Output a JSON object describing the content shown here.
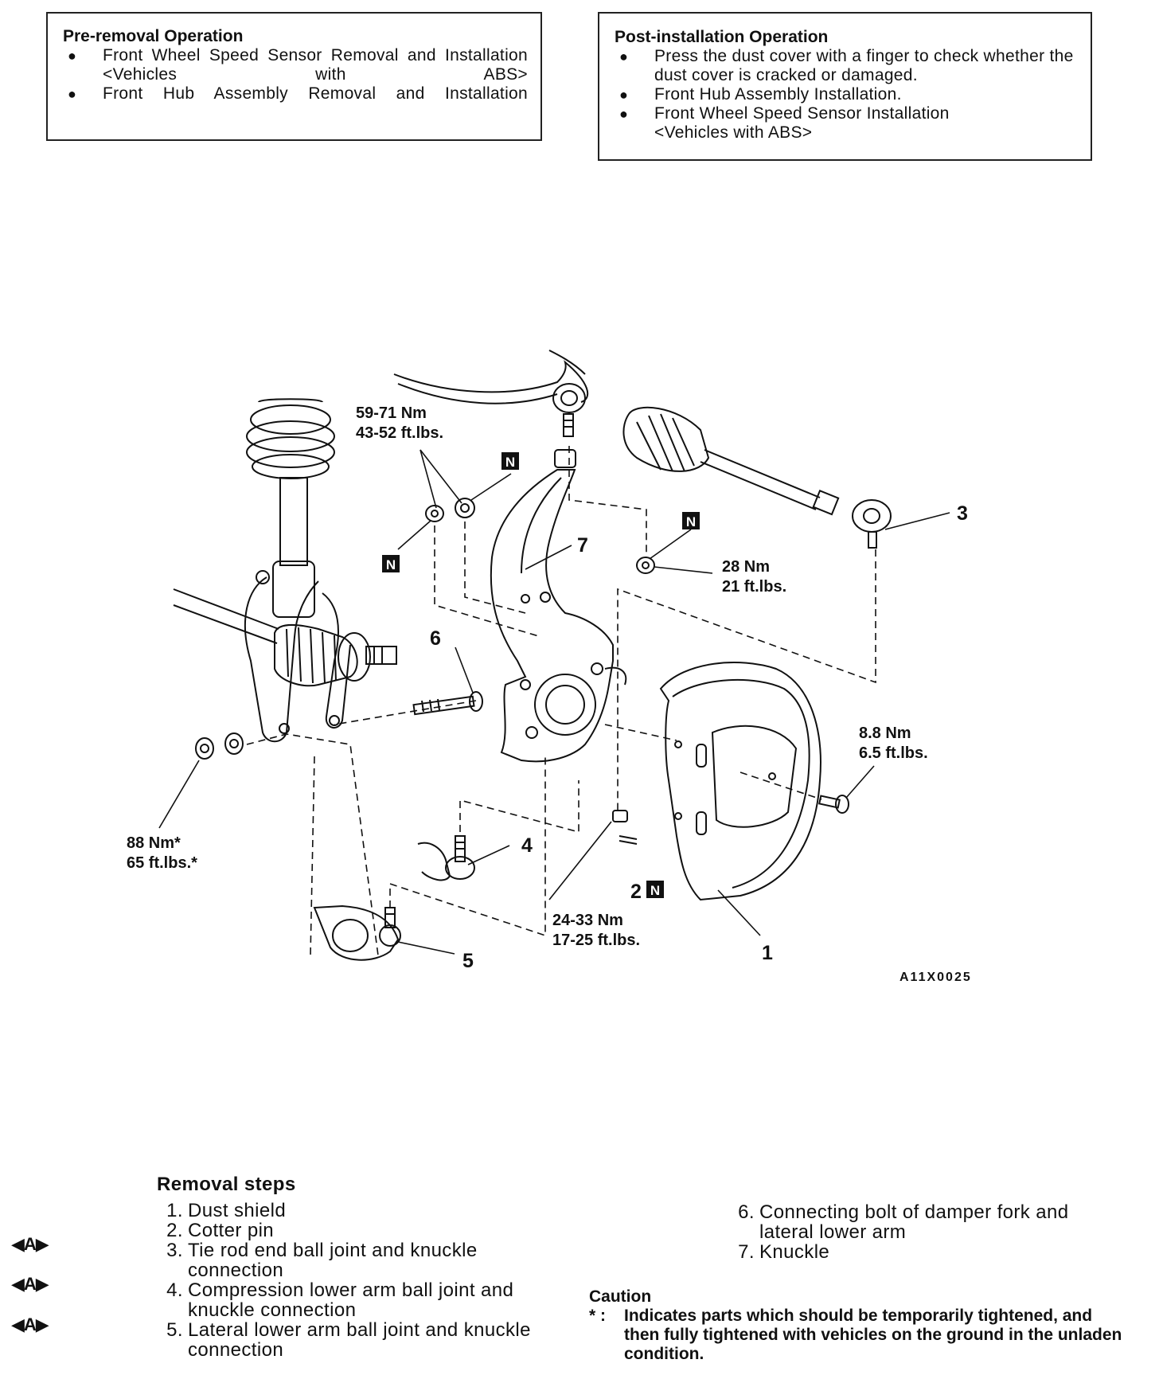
{
  "pre_removal": {
    "title": "Pre-removal Operation",
    "items": [
      "Front Wheel Speed Sensor Removal and Installation <Vehicles with ABS>",
      "Front Hub Assembly Removal and Installation"
    ]
  },
  "post_installation": {
    "title": "Post-installation Operation",
    "items": [
      "Press the dust cover with a finger to check whether the dust cover is cracked or damaged.",
      "Front Hub Assembly Installation.",
      "Front Wheel Speed Sensor Installation <Vehicles with ABS>"
    ]
  },
  "diagram": {
    "torque_59": [
      "59-71 Nm",
      "43-52 ft.lbs."
    ],
    "torque_28": [
      "28 Nm",
      "21 ft.lbs."
    ],
    "torque_88": [
      "88 Nm*",
      "65 ft.lbs.*"
    ],
    "torque_88b": [
      "8.8 Nm",
      "6.5 ft.lbs."
    ],
    "torque_24": [
      "24-33 Nm",
      "17-25 ft.lbs."
    ],
    "part_numbers": [
      "1",
      "2",
      "3",
      "4",
      "5",
      "6",
      "7"
    ],
    "n_badge": "N",
    "figure_code": "A11X0025"
  },
  "removal": {
    "heading": "Removal steps",
    "marker": "◀A▶",
    "left_steps": [
      {
        "n": "1.",
        "t": "Dust shield"
      },
      {
        "n": "2.",
        "t": "Cotter pin"
      },
      {
        "n": "3.",
        "t": "Tie rod end ball joint and knuckle connection"
      },
      {
        "n": "4.",
        "t": "Compression lower arm ball joint and knuckle connection"
      },
      {
        "n": "5.",
        "t": "Lateral lower arm ball joint and knuckle connection"
      }
    ],
    "right_steps": [
      {
        "n": "6.",
        "t": "Connecting bolt of damper fork and lateral lower arm"
      },
      {
        "n": "7.",
        "t": "Knuckle"
      }
    ]
  },
  "caution": {
    "title": "Caution",
    "star": "* :",
    "text": "Indicates parts which should be temporarily tightened, and then fully tightened with vehicles on the ground in the unladen condition."
  }
}
